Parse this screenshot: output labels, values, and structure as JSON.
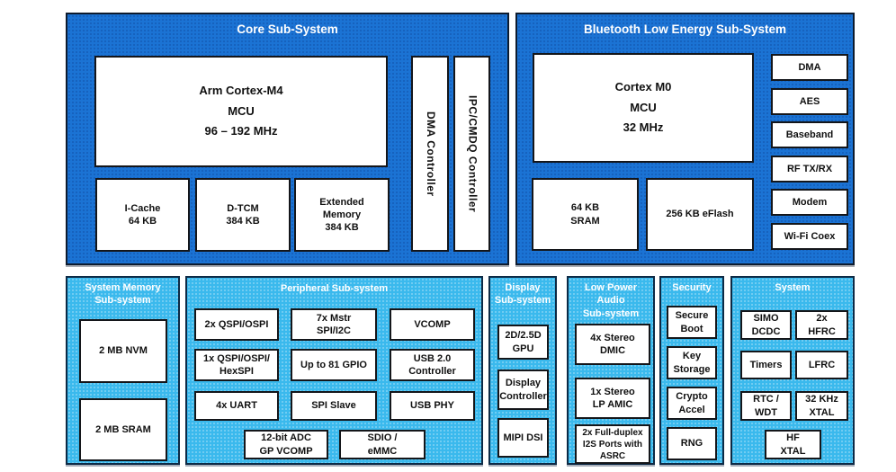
{
  "colors": {
    "core_panel_blue": "#1b73d4",
    "bottom_panel_blue": "#3ab9ed",
    "panel_border": "#0d1b2e",
    "box_border": "#14161a",
    "title_text": "#ffffff",
    "box_text": "#101010"
  },
  "core": {
    "title": "Core Sub-System",
    "mcu": [
      "Arm Cortex-M4",
      "MCU",
      "96 – 192 MHz"
    ],
    "icache": [
      "I-Cache",
      "64 KB"
    ],
    "dtcm": [
      "D-TCM",
      "384 KB"
    ],
    "ext_memory": [
      "Extended",
      "Memory",
      "384 KB"
    ],
    "dma_controller": "DMA Controller",
    "ipc_controller": "IPC/CMDQ Controller"
  },
  "ble": {
    "title": "Bluetooth Low Energy Sub-System",
    "mcu": [
      "Cortex M0",
      "MCU",
      "32 MHz"
    ],
    "sram": [
      "64 KB",
      "SRAM"
    ],
    "eflash": [
      "256 KB eFlash"
    ],
    "column": [
      "DMA",
      "AES",
      "Baseband",
      "RF TX/RX",
      "Modem",
      "Wi-Fi Coex"
    ]
  },
  "system_memory": {
    "title": [
      "System Memory",
      "Sub-system"
    ],
    "nvm": [
      "2 MB NVM"
    ],
    "sram": [
      "2 MB SRAM"
    ]
  },
  "peripheral": {
    "title": "Peripheral Sub-system",
    "qspi2": [
      "2x QSPI/OSPI"
    ],
    "mstr_spi": [
      "7x Mstr",
      "SPI/I2C"
    ],
    "vcomp": [
      "VCOMP"
    ],
    "qspi1": [
      "1x QSPI/OSPI/",
      "HexSPI"
    ],
    "gpio": [
      "Up to 81 GPIO"
    ],
    "usb_ctrl": [
      "USB 2.0",
      "Controller"
    ],
    "uart": [
      "4x UART"
    ],
    "spi_slave": [
      "SPI Slave"
    ],
    "usb_phy": [
      "USB PHY"
    ],
    "adc": [
      "12-bit ADC",
      "GP VCOMP"
    ],
    "sdio": [
      "SDIO /",
      "eMMC"
    ]
  },
  "display": {
    "title": [
      "Display",
      "Sub-system"
    ],
    "gpu": [
      "2D/2.5D",
      "GPU"
    ],
    "controller": [
      "Display",
      "Controller"
    ],
    "mipi": [
      "MIPI DSI"
    ]
  },
  "audio": {
    "title": [
      "Low Power",
      "Audio",
      "Sub-system"
    ],
    "dmic": [
      "4x Stereo",
      "DMIC"
    ],
    "amic": [
      "1x Stereo",
      "LP AMIC"
    ],
    "i2s": [
      "2x Full-duplex",
      "I2S Ports with",
      "ASRC"
    ]
  },
  "security": {
    "title": "Security",
    "secure_boot": [
      "Secure",
      "Boot"
    ],
    "key_storage": [
      "Key",
      "Storage"
    ],
    "crypto": [
      "Crypto",
      "Accel"
    ],
    "rng": [
      "RNG"
    ]
  },
  "system": {
    "title": "System",
    "simo": [
      "SIMO",
      "DCDC"
    ],
    "hfrc": [
      "2x",
      "HFRC"
    ],
    "timers": [
      "Timers"
    ],
    "lfrc": [
      "LFRC"
    ],
    "rtc": [
      "RTC /",
      "WDT"
    ],
    "xtal32": [
      "32 KHz",
      "XTAL"
    ],
    "hf_xtal": [
      "HF",
      "XTAL"
    ]
  }
}
